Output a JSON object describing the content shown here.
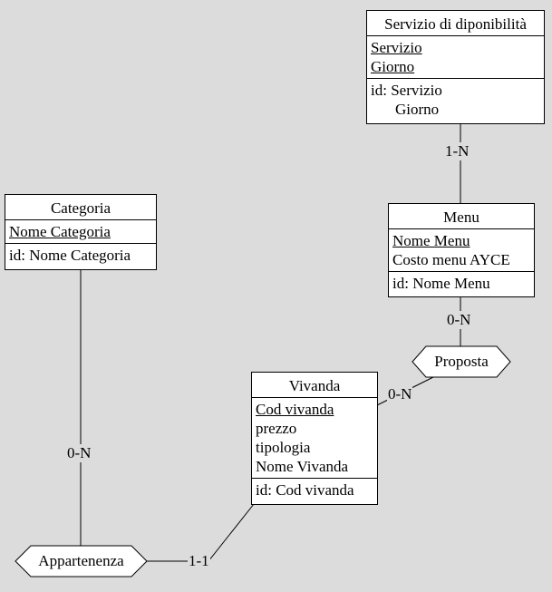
{
  "entities": {
    "servizio": {
      "title": "Servizio di diponibilità",
      "attr1": "Servizio",
      "attr2": "Giorno",
      "id_label": "id: Servizio",
      "id_cont": "Giorno"
    },
    "menu": {
      "title": "Menu",
      "attr1": "Nome Menu",
      "attr2": "Costo menu AYCE",
      "id_label": "id: Nome Menu"
    },
    "categoria": {
      "title": "Categoria",
      "attr1": "Nome Categoria",
      "id_label": "id: Nome Categoria"
    },
    "vivanda": {
      "title": "Vivanda",
      "attr1": "Cod vivanda",
      "attr2": "prezzo",
      "attr3": "tipologia",
      "attr4": "Nome Vivanda",
      "id_label": "id: Cod vivanda"
    }
  },
  "relationships": {
    "proposta": "Proposta",
    "appartenenza": "Appartenenza"
  },
  "cardinalities": {
    "servizio_menu": "1-N",
    "menu_proposta": "0-N",
    "vivanda_proposta": "0-N",
    "categoria_appartenenza": "0-N",
    "vivanda_appartenenza": "1-1"
  }
}
